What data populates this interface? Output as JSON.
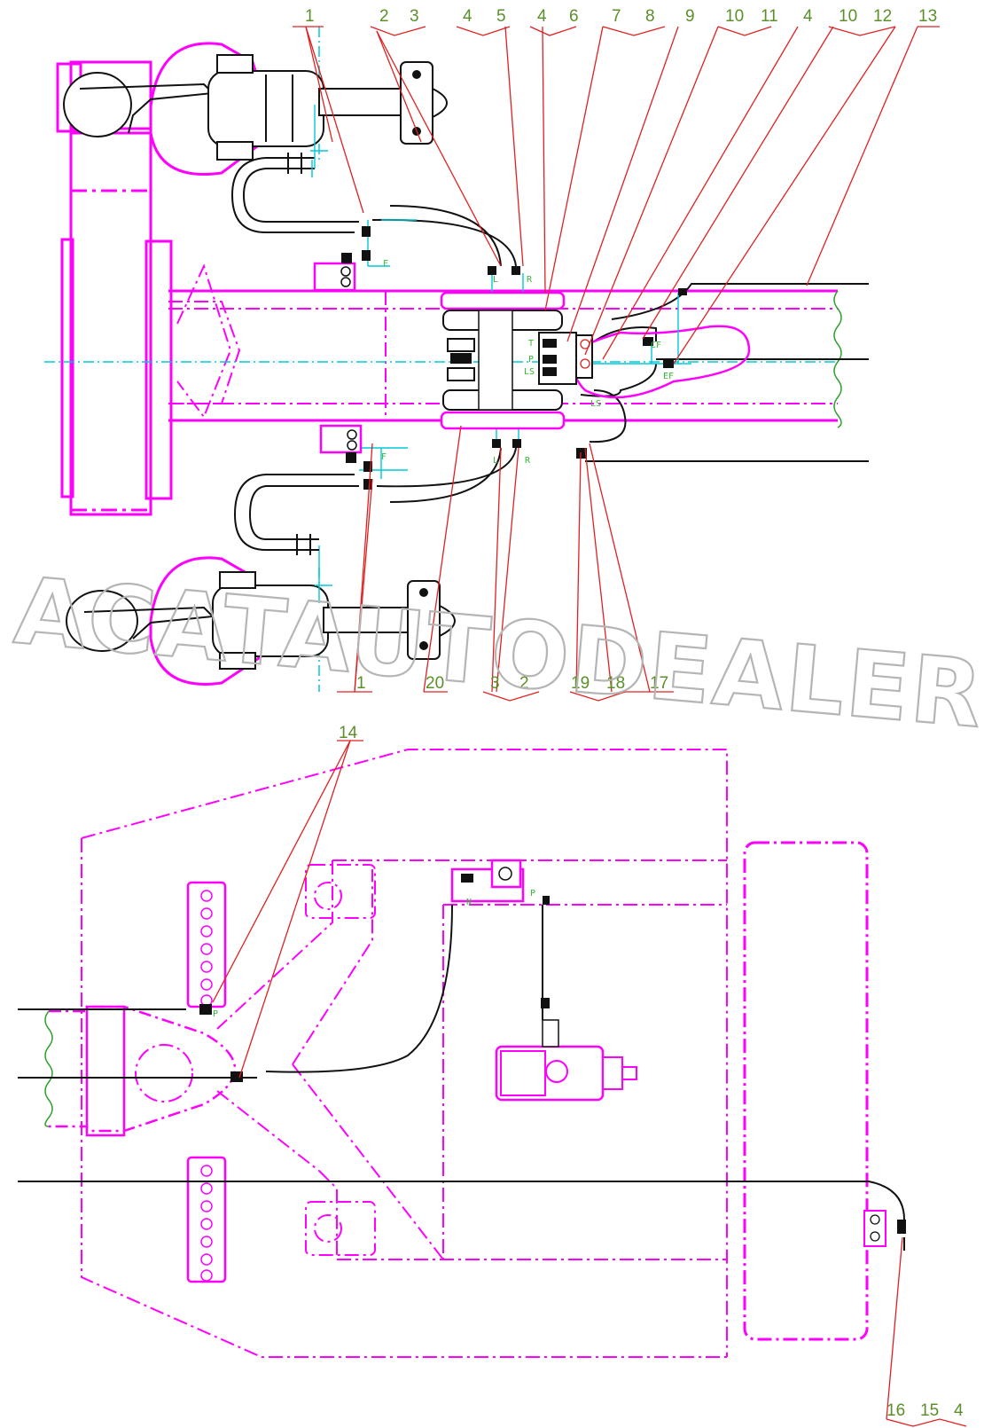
{
  "watermark": "ACATAUTODEALER.RU",
  "colors": {
    "frame": "#ff00ff",
    "hose": "#111111",
    "leader": "#e02020",
    "centerline": "#00c8d8",
    "callout_text": "#5a8f2a",
    "port_text": "#33b833"
  },
  "callouts": {
    "top": [
      "1",
      "2",
      "3",
      "4",
      "5",
      "4",
      "6",
      "7",
      "8",
      "9",
      "10",
      "11",
      "4",
      "10",
      "12",
      "13"
    ],
    "middle": [
      "1",
      "20",
      "3",
      "2",
      "19",
      "18",
      "17"
    ],
    "c14": "14",
    "bottom_right": [
      "16",
      "15",
      "4"
    ]
  },
  "port_labels": {
    "upper_valve": [
      "L",
      "R",
      "T",
      "P",
      "LS",
      "LS"
    ],
    "upper_left": [
      "F"
    ],
    "right_block": [
      "CF",
      "EF"
    ],
    "lower_valve": [
      "L",
      "R",
      "F"
    ],
    "rear_unit": [
      "N",
      "P"
    ],
    "rear_block": [
      "P"
    ]
  }
}
